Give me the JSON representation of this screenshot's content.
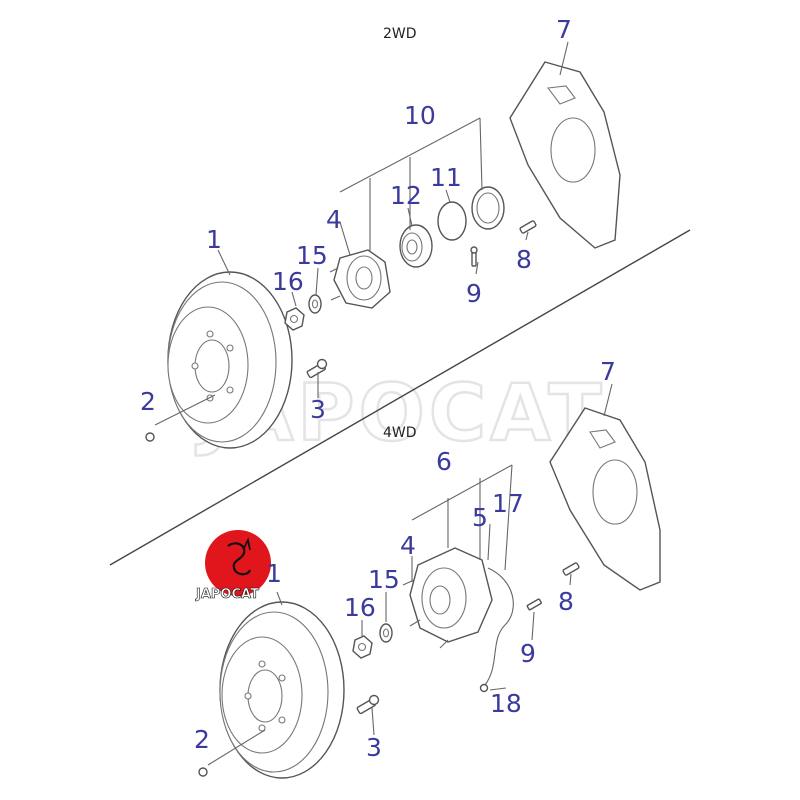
{
  "diagram": {
    "variants": [
      "2WD",
      "4WD"
    ],
    "watermark": "JAPOCAT",
    "logo_text": "JAPOCAT",
    "colors": {
      "callout": "#3b3b9b",
      "logo": "#e0161c",
      "line": "#555555"
    },
    "callouts_2wd": [
      "7",
      "10",
      "11",
      "12",
      "4",
      "1",
      "15",
      "16",
      "8",
      "9",
      "2",
      "3"
    ],
    "callouts_4wd": [
      "7",
      "6",
      "17",
      "5",
      "4",
      "15",
      "1",
      "16",
      "8",
      "9",
      "18",
      "2",
      "3"
    ]
  }
}
